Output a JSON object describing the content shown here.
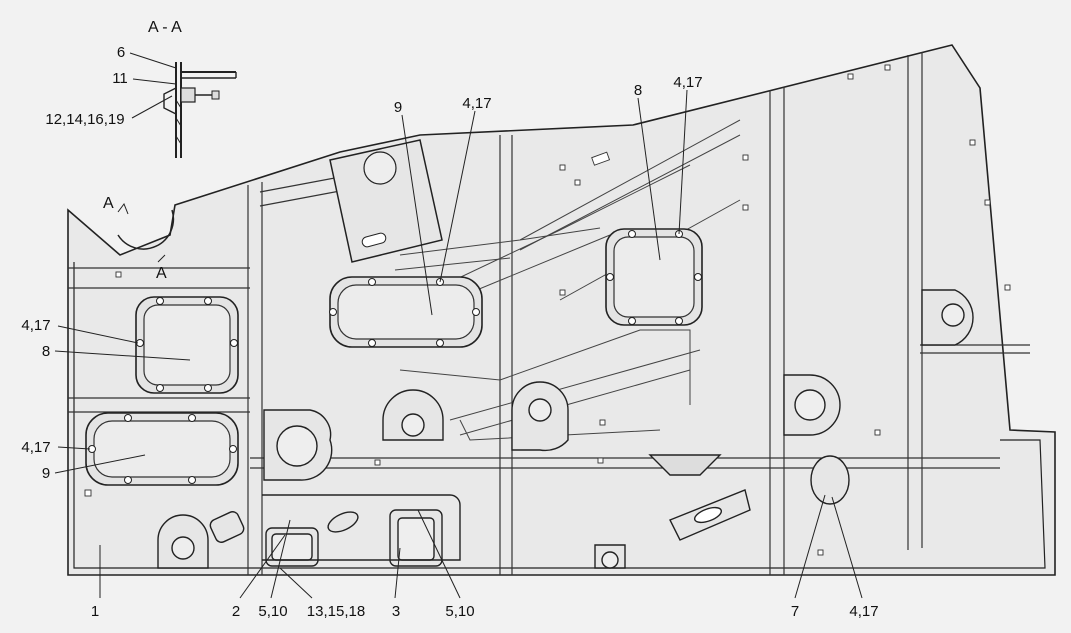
{
  "section_label": "A - A",
  "section_marks": [
    "A",
    "A"
  ],
  "callouts": {
    "c6": "6",
    "c11": "11",
    "c12": "12,14,16,19",
    "c9_top": "9",
    "c417_top": "4,17",
    "c8_top": "8",
    "c417_right": "4,17",
    "c417_l1": "4,17",
    "c8_left": "8",
    "c417_l2": "4,17",
    "c9_left": "9",
    "c1": "1",
    "c2": "2",
    "c510_a": "5,10",
    "c13": "13,15,18",
    "c3": "3",
    "c510_b": "5,10",
    "c7": "7",
    "c417_bottom": "4,17"
  }
}
